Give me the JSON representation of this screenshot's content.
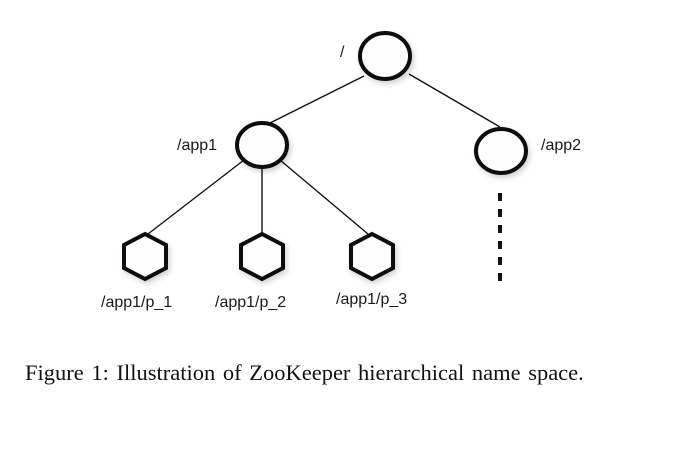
{
  "diagram": {
    "title": "ZooKeeper hierarchical name space",
    "nodes": [
      {
        "id": "root",
        "label": "/",
        "shape": "ellipse"
      },
      {
        "id": "app1",
        "label": "/app1",
        "shape": "ellipse"
      },
      {
        "id": "app2",
        "label": "/app2",
        "shape": "ellipse"
      },
      {
        "id": "p1",
        "label": "/app1/p_1",
        "shape": "hexagon"
      },
      {
        "id": "p2",
        "label": "/app1/p_2",
        "shape": "hexagon"
      },
      {
        "id": "p3",
        "label": "/app1/p_3",
        "shape": "hexagon"
      }
    ],
    "edges": [
      {
        "from": "root",
        "to": "app1"
      },
      {
        "from": "root",
        "to": "app2"
      },
      {
        "from": "app1",
        "to": "p1"
      },
      {
        "from": "app1",
        "to": "p2"
      },
      {
        "from": "app1",
        "to": "p3"
      },
      {
        "from": "app2",
        "to": "more",
        "style": "dotted"
      }
    ],
    "colors": {
      "stroke": "#111111",
      "fill": "#fdfdfd"
    }
  },
  "caption": {
    "text": "Figure 1: Illustration of ZooKeeper hierarchical name space."
  }
}
